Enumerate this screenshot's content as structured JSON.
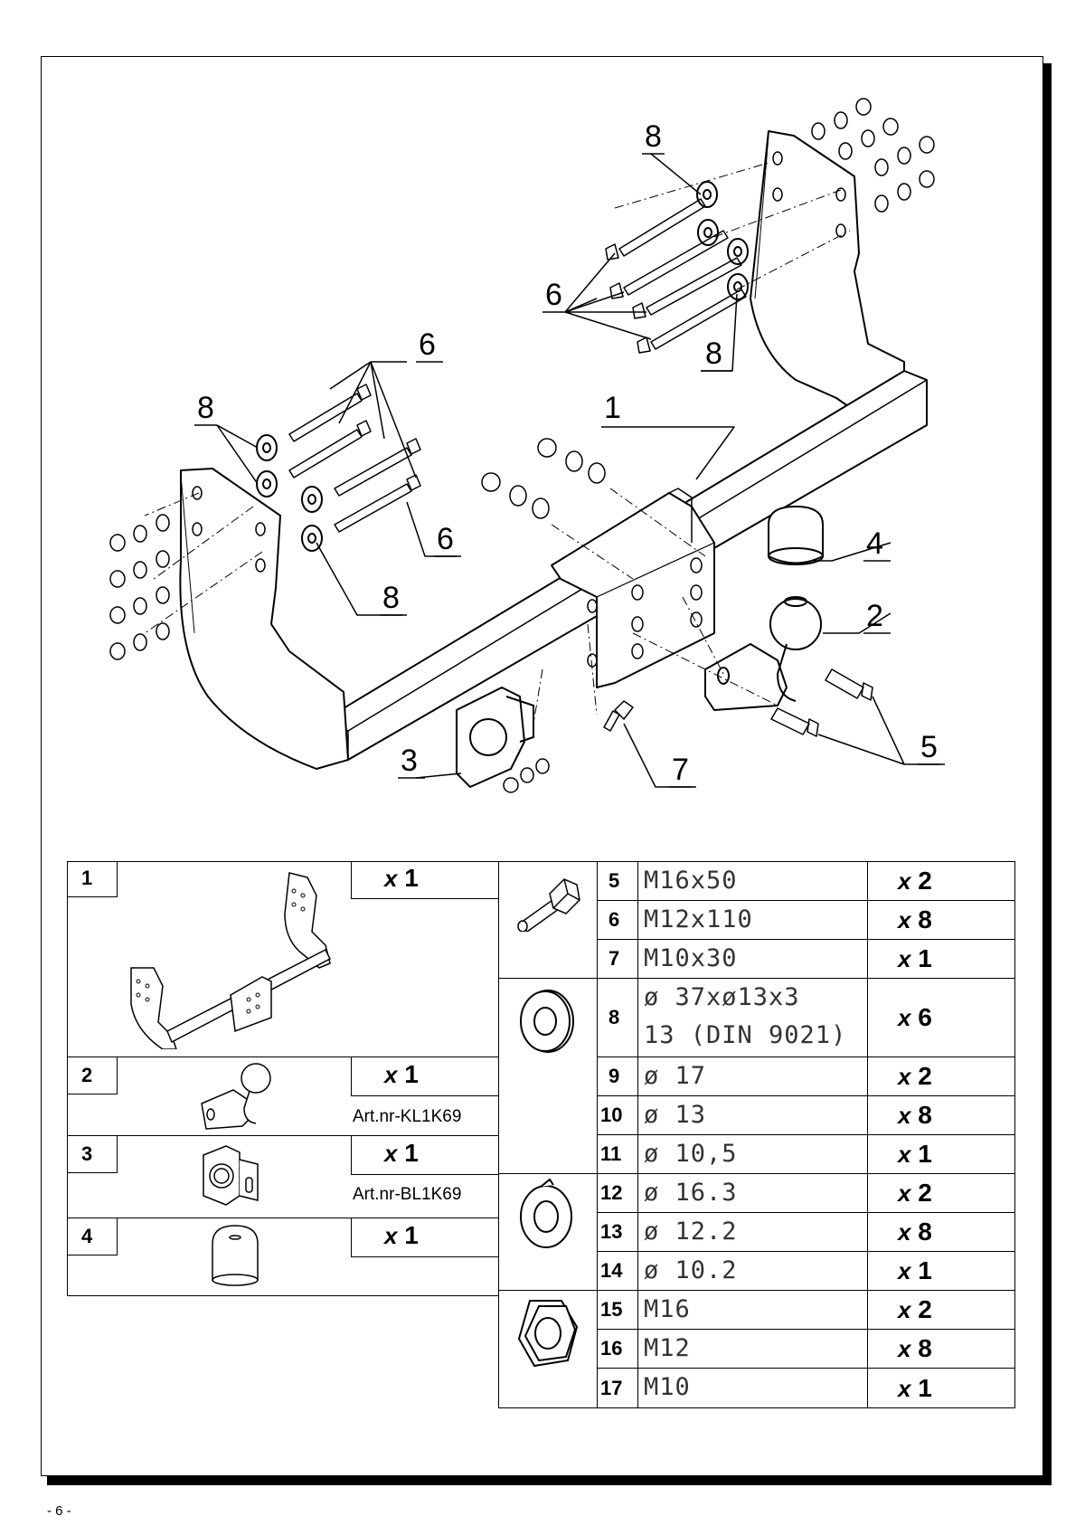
{
  "page_number": "- 6 -",
  "callouts": {
    "c1": "1",
    "c2": "2",
    "c3": "3",
    "c4": "4",
    "c5": "5",
    "c6a": "6",
    "c6b": "6",
    "c6c": "6",
    "c7": "7",
    "c8a": "8",
    "c8b": "8",
    "c8c": "8",
    "c8d": "8"
  },
  "left_parts": [
    {
      "num": "1",
      "qty_x": "x",
      "qty_n": "1",
      "art": "",
      "icon": "towbar-crossmember-icon"
    },
    {
      "num": "2",
      "qty_x": "x",
      "qty_n": "1",
      "art": "Art.nr-KL1K69",
      "icon": "tow-ball-bracket-icon"
    },
    {
      "num": "3",
      "qty_x": "x",
      "qty_n": "1",
      "art": "Art.nr-BL1K69",
      "icon": "socket-plate-icon"
    },
    {
      "num": "4",
      "qty_x": "x",
      "qty_n": "1",
      "art": "",
      "icon": "ball-cover-icon"
    }
  ],
  "right_parts": [
    {
      "num": "5",
      "spec": "M16x50",
      "qty_x": "x",
      "qty_n": "2"
    },
    {
      "num": "6",
      "spec": "M12x110",
      "qty_x": "x",
      "qty_n": "8"
    },
    {
      "num": "7",
      "spec": "M10x30",
      "qty_x": "x",
      "qty_n": "1"
    },
    {
      "num": "8",
      "spec": "ø 37xø13x3",
      "spec2": "13  (DIN 9021)",
      "qty_x": "x",
      "qty_n": "6"
    },
    {
      "num": "9",
      "spec": "ø 17",
      "qty_x": "x",
      "qty_n": "2"
    },
    {
      "num": "10",
      "spec": "ø 13",
      "qty_x": "x",
      "qty_n": "8"
    },
    {
      "num": "11",
      "spec": "ø 10,5",
      "qty_x": "x",
      "qty_n": "1"
    },
    {
      "num": "12",
      "spec": "ø 16.3",
      "qty_x": "x",
      "qty_n": "2"
    },
    {
      "num": "13",
      "spec": "ø 12.2",
      "qty_x": "x",
      "qty_n": "8"
    },
    {
      "num": "14",
      "spec": "ø 10.2",
      "qty_x": "x",
      "qty_n": "1"
    },
    {
      "num": "15",
      "spec": "M16",
      "qty_x": "x",
      "qty_n": "2"
    },
    {
      "num": "16",
      "spec": "M12",
      "qty_x": "x",
      "qty_n": "8"
    },
    {
      "num": "17",
      "spec": "M10",
      "qty_x": "x",
      "qty_n": "1"
    }
  ],
  "group_icons": [
    "bolt-icon",
    "flat-washer-icon",
    "spring-washer-icon",
    "hex-nut-icon"
  ]
}
